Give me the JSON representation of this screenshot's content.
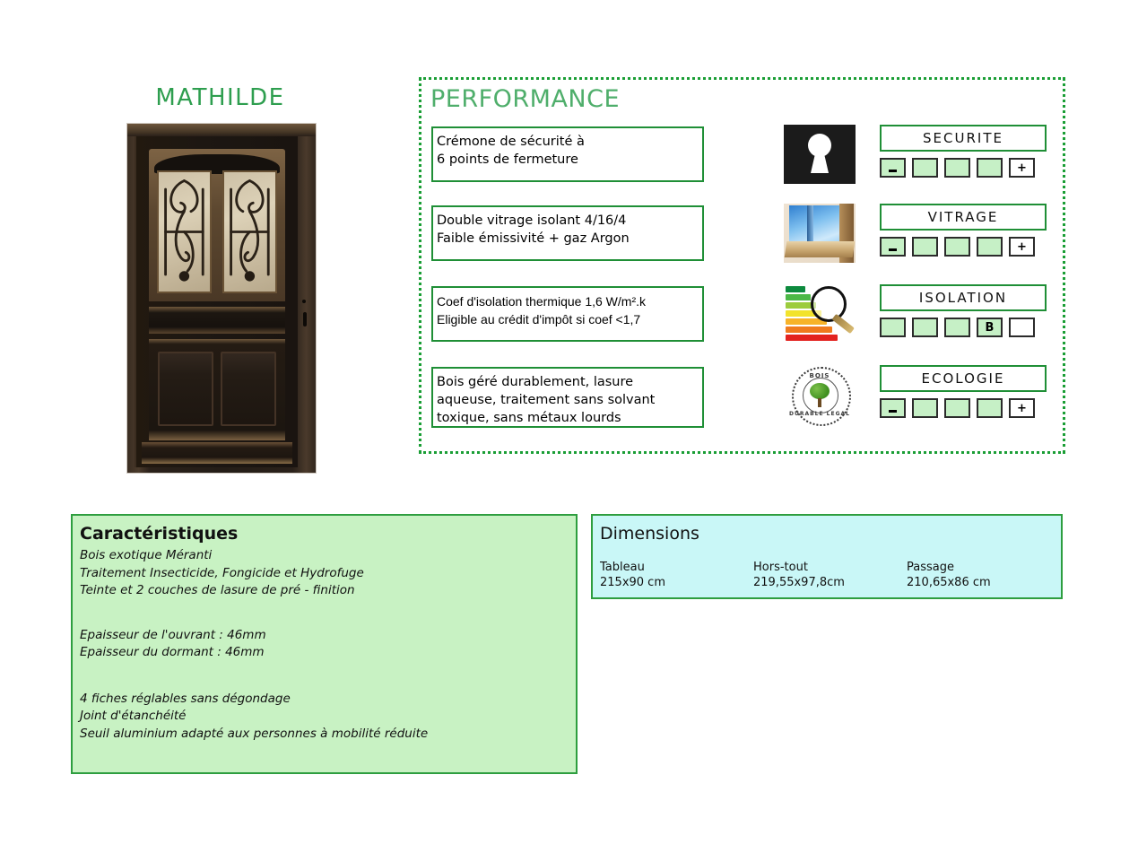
{
  "product": {
    "title": "MATHILDE",
    "photo_alt": "porte-entree-bois-mathilde"
  },
  "performance": {
    "heading": "PERFORMANCE",
    "rows": [
      {
        "description": "Crémone de sécurité à\n6 points de fermeture",
        "icon": "keyhole-icon",
        "label": "SECURITE",
        "scale": [
          {
            "fill": true,
            "symbol": "-"
          },
          {
            "fill": true,
            "symbol": ""
          },
          {
            "fill": true,
            "symbol": ""
          },
          {
            "fill": true,
            "symbol": ""
          },
          {
            "fill": false,
            "symbol": "+"
          }
        ]
      },
      {
        "description": "Double vitrage isolant 4/16/4\nFaible émissivité + gaz Argon",
        "icon": "window-glazing-icon",
        "label": "VITRAGE",
        "scale": [
          {
            "fill": true,
            "symbol": "-"
          },
          {
            "fill": true,
            "symbol": ""
          },
          {
            "fill": true,
            "symbol": ""
          },
          {
            "fill": true,
            "symbol": ""
          },
          {
            "fill": false,
            "symbol": "+"
          }
        ]
      },
      {
        "description": "Coef d'isolation thermique 1,6 W/m².k\nEligible au crédit d'impôt si coef <1,7",
        "icon": "energy-rating-icon",
        "label": "ISOLATION",
        "scale": [
          {
            "fill": true,
            "symbol": ""
          },
          {
            "fill": true,
            "symbol": ""
          },
          {
            "fill": true,
            "symbol": ""
          },
          {
            "fill": true,
            "symbol": "B"
          },
          {
            "fill": false,
            "symbol": ""
          }
        ]
      },
      {
        "description": "Bois géré durablement, lasure\naqueuse, traitement sans solvant\ntoxique, sans métaux lourds",
        "icon": "sustainable-wood-stamp-icon",
        "label": "ECOLOGIE",
        "scale": [
          {
            "fill": true,
            "symbol": "-"
          },
          {
            "fill": true,
            "symbol": ""
          },
          {
            "fill": true,
            "symbol": ""
          },
          {
            "fill": true,
            "symbol": ""
          },
          {
            "fill": false,
            "symbol": "+"
          }
        ]
      }
    ],
    "eco_stamp": {
      "text_top": "BOIS",
      "text_bottom": "DURABLE LEGAL"
    },
    "energy_bars": [
      "#0d8a3e",
      "#4cb847",
      "#9ccc3d",
      "#f2e32c",
      "#f7b329",
      "#ef7b1e",
      "#e3231f"
    ]
  },
  "caracteristiques": {
    "heading": "Caractéristiques",
    "group1": "Bois exotique Méranti\nTraitement Insecticide, Fongicide et Hydrofuge\nTeinte et 2 couches de lasure de pré - finition",
    "group2": "Epaisseur de l'ouvrant : 46mm\nEpaisseur du dormant : 46mm",
    "group3": "4 fiches réglables sans dégondage\nJoint d'étanchéité\nSeuil aluminium adapté aux personnes à mobilité réduite"
  },
  "dimensions": {
    "heading": "Dimensions",
    "columns": [
      {
        "name": "Tableau",
        "value": "215x90 cm"
      },
      {
        "name": "Hors-tout",
        "value": "219,55x97,8cm"
      },
      {
        "name": "Passage",
        "value": "210,65x86 cm"
      }
    ]
  },
  "colors": {
    "brand_green": "#2e9e4f",
    "border_green": "#1f8f36",
    "panel_green_bg": "#c8f2c3",
    "panel_cyan_bg": "#c9f7f7",
    "scale_fill": "#c6f0c6"
  }
}
